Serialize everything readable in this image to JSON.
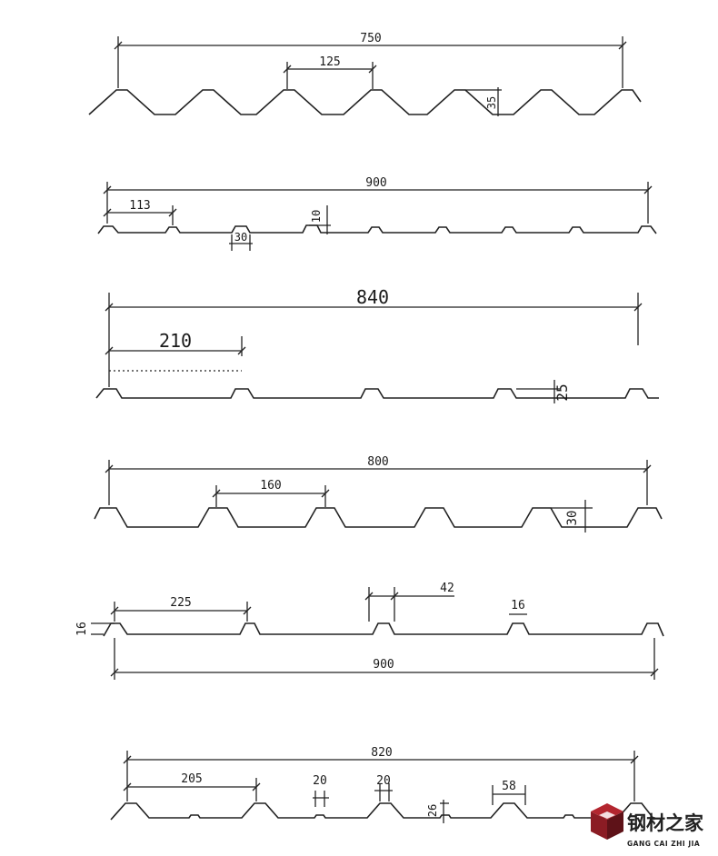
{
  "profiles": [
    {
      "id": "p750",
      "labels": {
        "total": "750",
        "pitch": "125",
        "height": "35"
      }
    },
    {
      "id": "p900a",
      "labels": {
        "total": "900",
        "pitch": "113",
        "height": "10",
        "rib": "30"
      }
    },
    {
      "id": "p840",
      "labels": {
        "total": "840",
        "pitch": "210",
        "height": "25"
      }
    },
    {
      "id": "p800",
      "labels": {
        "total": "800",
        "pitch": "160",
        "height": "30"
      }
    },
    {
      "id": "p900b",
      "labels": {
        "total": "900",
        "pitch": "225",
        "rib": "42",
        "height_left": "16",
        "height_rib": "16"
      }
    },
    {
      "id": "p820",
      "labels": {
        "total": "820",
        "pitch": "205",
        "rib_a": "20",
        "rib_b": "20",
        "height": "26",
        "top": "58"
      }
    }
  ],
  "logo": {
    "title": "钢材之家",
    "subtitle": "GANG CAI ZHI JIA",
    "brand_color": "#8b1c24"
  }
}
